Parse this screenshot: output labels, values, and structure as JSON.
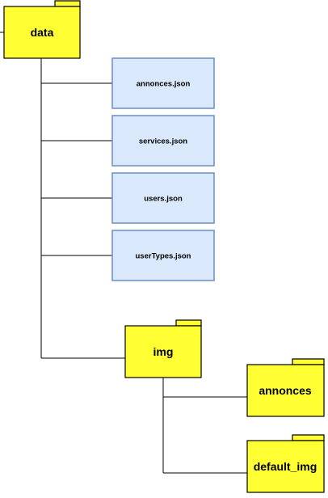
{
  "colors": {
    "folder_fill": "#ffff33",
    "folder_stroke": "#000000",
    "file_fill": "#dae8fc",
    "file_stroke": "#6c8ebf",
    "connector": "#000000"
  },
  "folders": {
    "data": "data",
    "img": "img",
    "annonces": "annonces",
    "default_img": "default_img"
  },
  "files": [
    "annonces.json",
    "services.json",
    "users.json",
    "userTypes.json"
  ]
}
